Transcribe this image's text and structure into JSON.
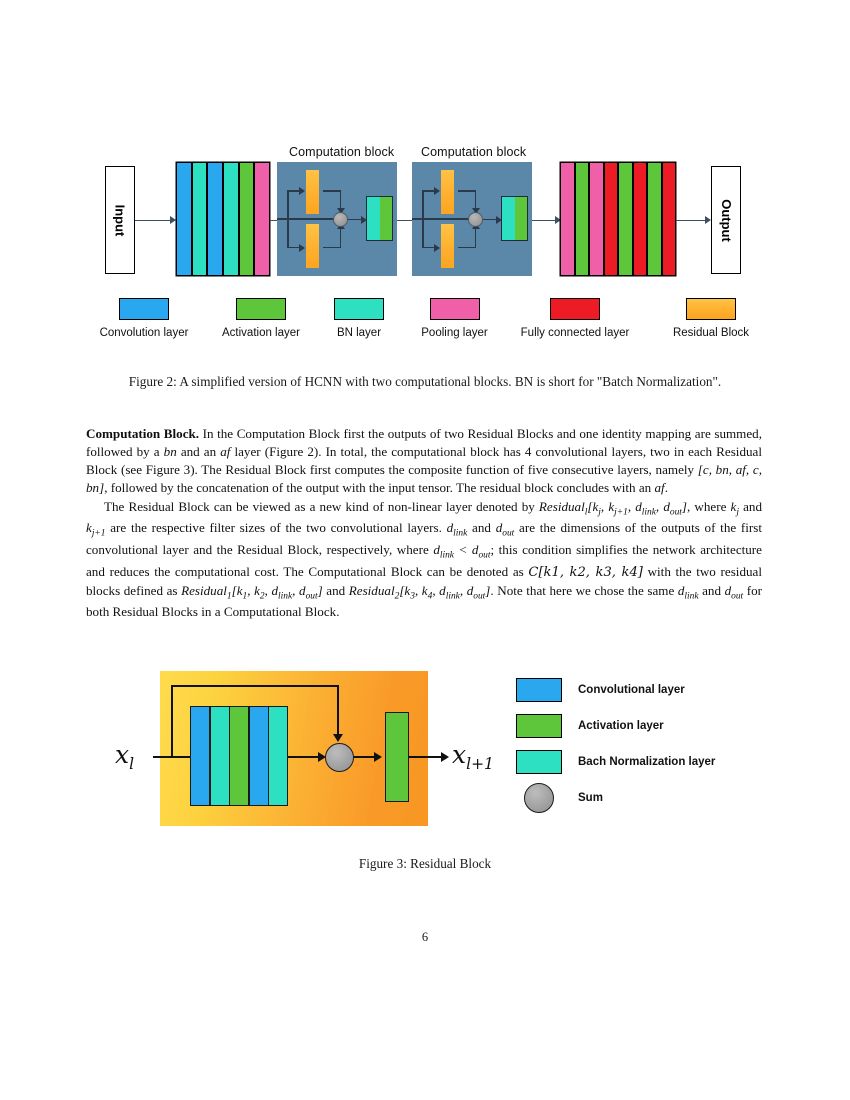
{
  "figure2": {
    "block_titles": [
      "Computation block",
      "Computation block"
    ],
    "input_label": "Input",
    "output_label": "Output",
    "left_stack_colors": [
      "#29a8f0",
      "#2ee0c2",
      "#29a8f0",
      "#2ee0c2",
      "#5dc63a",
      "#f060a8"
    ],
    "right_stack_colors": [
      "#f060a8",
      "#5dc63a",
      "#f060a8",
      "#ed1c24",
      "#5dc63a",
      "#ed1c24",
      "#5dc63a",
      "#ed1c24"
    ],
    "block_bg": "#5b87a8",
    "pair_colors": [
      "#2ee0c2",
      "#5dc63a"
    ],
    "residual_color": "#ffb02e",
    "sum_color": "#9e9e9e",
    "legend": [
      {
        "label": "Convolution layer",
        "color": "#29a8f0"
      },
      {
        "label": "Activation layer",
        "color": "#5dc63a"
      },
      {
        "label": "BN layer",
        "color": "#2ee0c2"
      },
      {
        "label": "Pooling layer",
        "color": "#f060a8"
      },
      {
        "label": "Fully connected layer",
        "color": "#ed1c24"
      },
      {
        "label": "Residual Block",
        "color": "#ffb02e"
      }
    ],
    "caption": "Figure 2: A simplified version of HCNN with two computational blocks. BN is short for \"Batch Normalization\"."
  },
  "body": {
    "heading": "Computation Block.",
    "para1_a": " In the Computation Block first the outputs of two Residual Blocks and one identity mapping are summed, followed by a ",
    "para1_bn": "bn",
    "para1_b": " and an ",
    "para1_af": "af",
    "para1_c": " layer (Figure 2). In total, the computational block has 4 convolutional layers, two in each Residual Block (see Figure 3). The Residual Block first computes the composite function of five consecutive layers, namely ",
    "para1_list": "[c, bn, af, c, bn]",
    "para1_d": ", followed by the concatenation of the output with the input tensor. The residual block concludes with an ",
    "para1_af2": "af",
    "para1_e": ".",
    "para2_a": "The Residual Block can be viewed as a new kind of non-linear layer denoted by ",
    "para2_res": "Residual",
    "para2_res_sub": "l",
    "para2_res_args": "[k",
    "para2_b": ", where ",
    "para2_c": " and ",
    "para2_d": " are the respective filter sizes of the two convolutional layers. ",
    "para2_e": " are the dimensions of the outputs of the first convolutional layer and the Residual Block, respectively, where ",
    "para2_f": "; this condition simplifies the network architecture and reduces the computational cost. The Computational Block can be denoted as ",
    "para2_g": " with the two residual blocks defined as ",
    "para2_h": " and ",
    "para2_i": ". Note that here we chose the same ",
    "para2_j": " and ",
    "para2_k": " for both Residual Blocks in a Computational Block."
  },
  "figure3": {
    "input_label": "x",
    "input_sub": "l",
    "output_label": "x",
    "output_sub": "l+1",
    "stack_colors": [
      "#29a8f0",
      "#2ee0c2",
      "#5dc63a",
      "#29a8f0",
      "#2ee0c2"
    ],
    "activation_color": "#5dc63a",
    "sum_color": "#a0a0a0",
    "bg_gradient_start": "#ffdb4d",
    "bg_gradient_end": "#f89722",
    "legend": [
      {
        "label": "Convolutional layer",
        "color": "#29a8f0",
        "shape": "rect"
      },
      {
        "label": "Activation layer",
        "color": "#5dc63a",
        "shape": "rect"
      },
      {
        "label": "Bach Normalization layer",
        "color": "#2ee0c2",
        "shape": "rect"
      },
      {
        "label": "Sum",
        "color": "#a0a0a0",
        "shape": "circle"
      }
    ],
    "caption": "Figure 3: Residual Block"
  },
  "page_number": "6"
}
